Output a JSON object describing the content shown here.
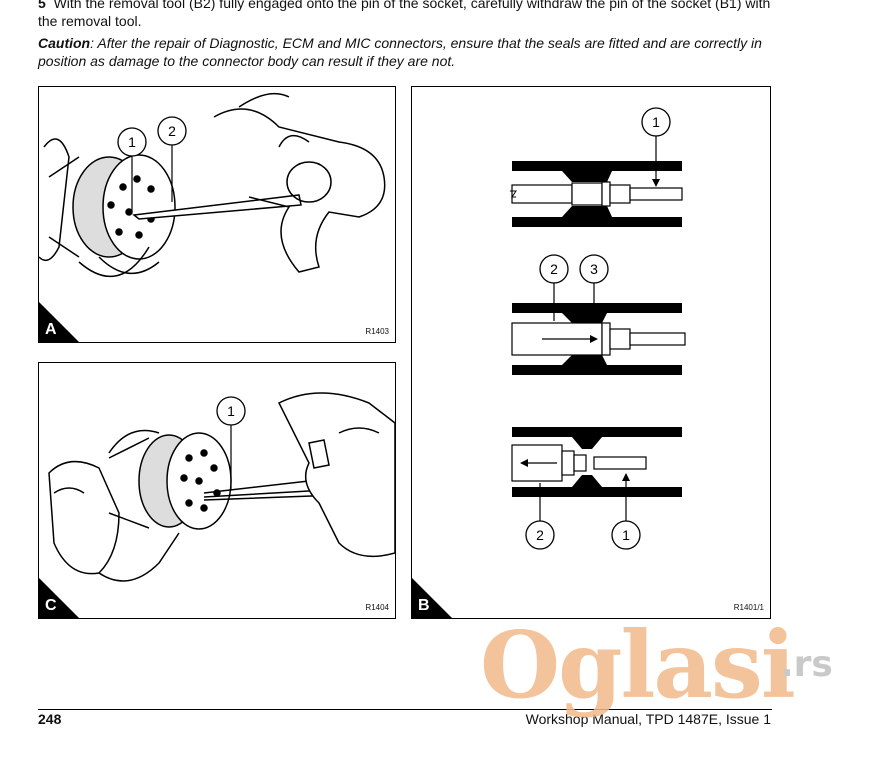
{
  "step": {
    "number": "5",
    "text": "With the removal tool (B2) fully engaged onto the pin of the socket, carefully withdraw the pin of the socket (B1) with the removal tool."
  },
  "caution": {
    "label": "Caution",
    "text": ": After the repair of Diagnostic, ECM and MIC connectors, ensure that the seals are fitted and are correctly in position as damage to the connector body can result if they are not."
  },
  "figures": {
    "a": {
      "letter": "A",
      "ref": "R1403",
      "callouts": [
        "1",
        "2"
      ]
    },
    "c": {
      "letter": "C",
      "ref": "R1404",
      "callouts": [
        "1"
      ]
    },
    "b": {
      "letter": "B",
      "ref": "R1401/1",
      "callouts": [
        "1",
        "2",
        "3",
        "2",
        "1"
      ]
    }
  },
  "footer": {
    "page_number": "248",
    "manual": "Workshop Manual, TPD 1487E, Issue 1"
  },
  "watermark": {
    "brand": "Oglasi",
    "tld": ".rs"
  }
}
